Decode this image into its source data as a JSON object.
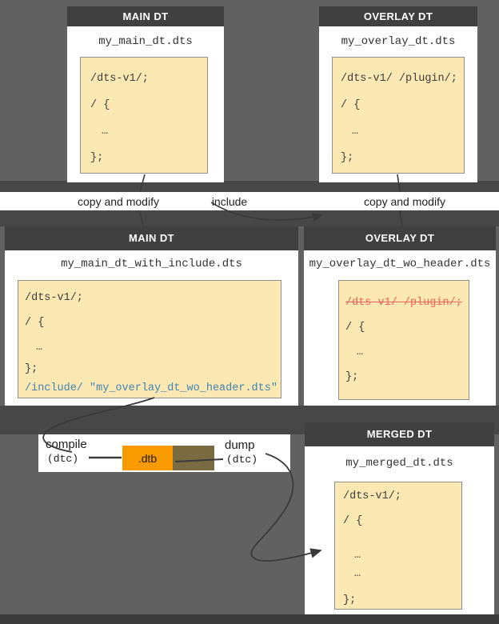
{
  "colors": {
    "background": "#616161",
    "band_dark": "#474747",
    "header_bar": "#404040",
    "card": "#ffffff",
    "code_background": "#fce8b2",
    "code_border": "#8f8f8f",
    "code_text": "#3c3c3c",
    "include_blue": "#4184b4",
    "strike_red": "#e8635a",
    "dtb_orange": "#f99b00",
    "dump_brown": "#7a6a42",
    "arrow": "#3a3a3a"
  },
  "cards": {
    "top_main": {
      "header": "MAIN DT",
      "title": "my_main_dt.dts",
      "code": [
        "/dts-v1/;",
        "/ {",
        "…",
        "};"
      ]
    },
    "top_overlay": {
      "header": "OVERLAY DT",
      "title": "my_overlay_dt.dts",
      "code": [
        "/dts-v1/ /plugin/;",
        "/ {",
        "…",
        "};"
      ]
    },
    "mid_main": {
      "header": "MAIN DT",
      "title": "my_main_dt_with_include.dts",
      "code": [
        "/dts-v1/;",
        "/ {",
        "…",
        "};",
        "/include/ \"my_overlay_dt_wo_header.dts\""
      ]
    },
    "mid_overlay": {
      "header": "OVERLAY DT",
      "title": "my_overlay_dt_wo_header.dts",
      "code": [
        "/dts-v1/ /plugin/;",
        "/ {",
        "…",
        "};"
      ]
    },
    "merged": {
      "header": "MERGED DT",
      "title": "my_merged_dt.dts",
      "code": [
        "/dts-v1/;",
        "/ {",
        "…",
        "…",
        "};"
      ]
    }
  },
  "arrow_labels": {
    "copy_modify_left": "copy and modify",
    "include": "include",
    "copy_modify_right": "copy and modify"
  },
  "pipeline": {
    "compile_label": "compile",
    "compile_tool": "(dtc)",
    "artifact": ".dtb",
    "dump_label": "dump",
    "dump_tool": "(dtc)"
  }
}
